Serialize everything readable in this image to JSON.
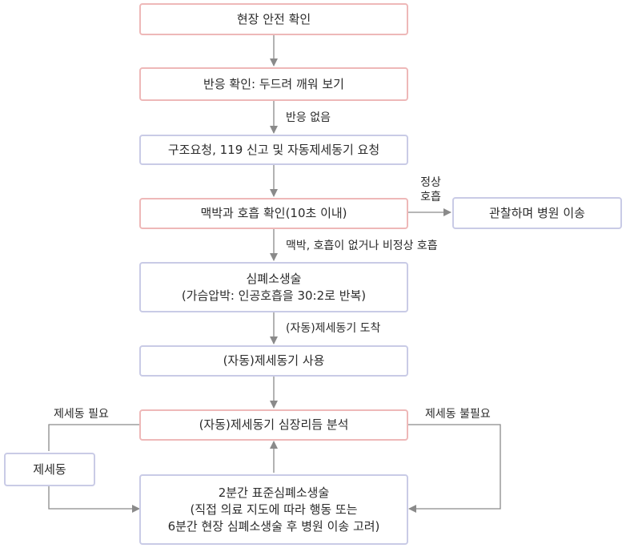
{
  "boxes": {
    "b1": [
      "현장 안전 확인"
    ],
    "b2": [
      "반응 확인: 두드려 깨워 보기"
    ],
    "b3": [
      "구조요청, 119 신고 및 자동제세동기 요청"
    ],
    "b4": [
      "맥박과 호흡 확인(10초 이내)"
    ],
    "b4r": [
      "관찰하며 병원 이송"
    ],
    "b5": [
      "심폐소생술",
      "(가슴압박: 인공호흡을 30:2로 반복)"
    ],
    "b6": [
      "(자동)제세동기 사용"
    ],
    "b7": [
      "(자동)제세동기 심장리듬 분석"
    ],
    "bl": [
      "제세동"
    ],
    "b8": [
      "2분간 표준심폐소생술",
      "(직접 의료 지도에 따라 행동 또는",
      "6분간 현장 심폐소생술 후 병원 이송 고려)"
    ]
  },
  "labels": {
    "no_response": "반응 없음",
    "normal_breath": [
      "정상",
      "호흡"
    ],
    "no_pulse": "맥박, 호흡이 없거나 비정상 호흡",
    "aed_arrival": "(자동)제세동기 도착",
    "shock_needed": "제세동 필요",
    "shock_not_needed": "제세동 불필요"
  },
  "colors": {
    "red_border": "#eeb8b8",
    "blue_border": "#c9cbe6",
    "arrow": "#8a8a8a"
  }
}
